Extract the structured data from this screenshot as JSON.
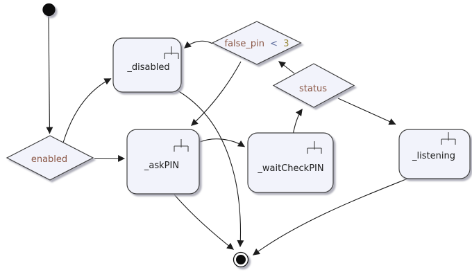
{
  "diagram": {
    "type": "uml-state-machine-diagram",
    "colors": {
      "background": "#ffffff",
      "node_fill": "#f2f3fb",
      "node_border": "#3f3f3f",
      "shadow": "#9f9fac",
      "edge": "#1c1c1c",
      "pseudostate": "#111111",
      "state_label": "#1b1b1b",
      "choice_label": "#8a5644",
      "operator": "#5c6b9c",
      "number": "#9a8a3c"
    },
    "pseudostates": {
      "initial": {
        "kind": "initial"
      },
      "final": {
        "kind": "final"
      }
    },
    "states": {
      "disabled": {
        "label": "_disabled",
        "icon": "submachine-icon"
      },
      "askPIN": {
        "label": "_askPIN",
        "icon": "submachine-icon"
      },
      "waitCheckPIN": {
        "label": "_waitCheckPIN",
        "icon": "submachine-icon"
      },
      "listening": {
        "label": "_listening",
        "icon": "submachine-icon"
      }
    },
    "choices": {
      "enabled": {
        "label": "enabled"
      },
      "status": {
        "label": "status"
      },
      "false_pin": {
        "variable": "false_pin",
        "operator": "<",
        "value": "3"
      }
    },
    "transitions": [
      {
        "from": "initial",
        "to": "enabled"
      },
      {
        "from": "enabled",
        "to": "disabled"
      },
      {
        "from": "enabled",
        "to": "askPIN"
      },
      {
        "from": "false_pin",
        "to": "disabled"
      },
      {
        "from": "false_pin",
        "to": "askPIN"
      },
      {
        "from": "status",
        "to": "false_pin"
      },
      {
        "from": "waitCheckPIN",
        "to": "status"
      },
      {
        "from": "status",
        "to": "listening"
      },
      {
        "from": "askPIN",
        "to": "waitCheckPIN"
      },
      {
        "from": "disabled",
        "to": "final"
      },
      {
        "from": "askPIN",
        "to": "final"
      },
      {
        "from": "listening",
        "to": "final"
      }
    ]
  }
}
